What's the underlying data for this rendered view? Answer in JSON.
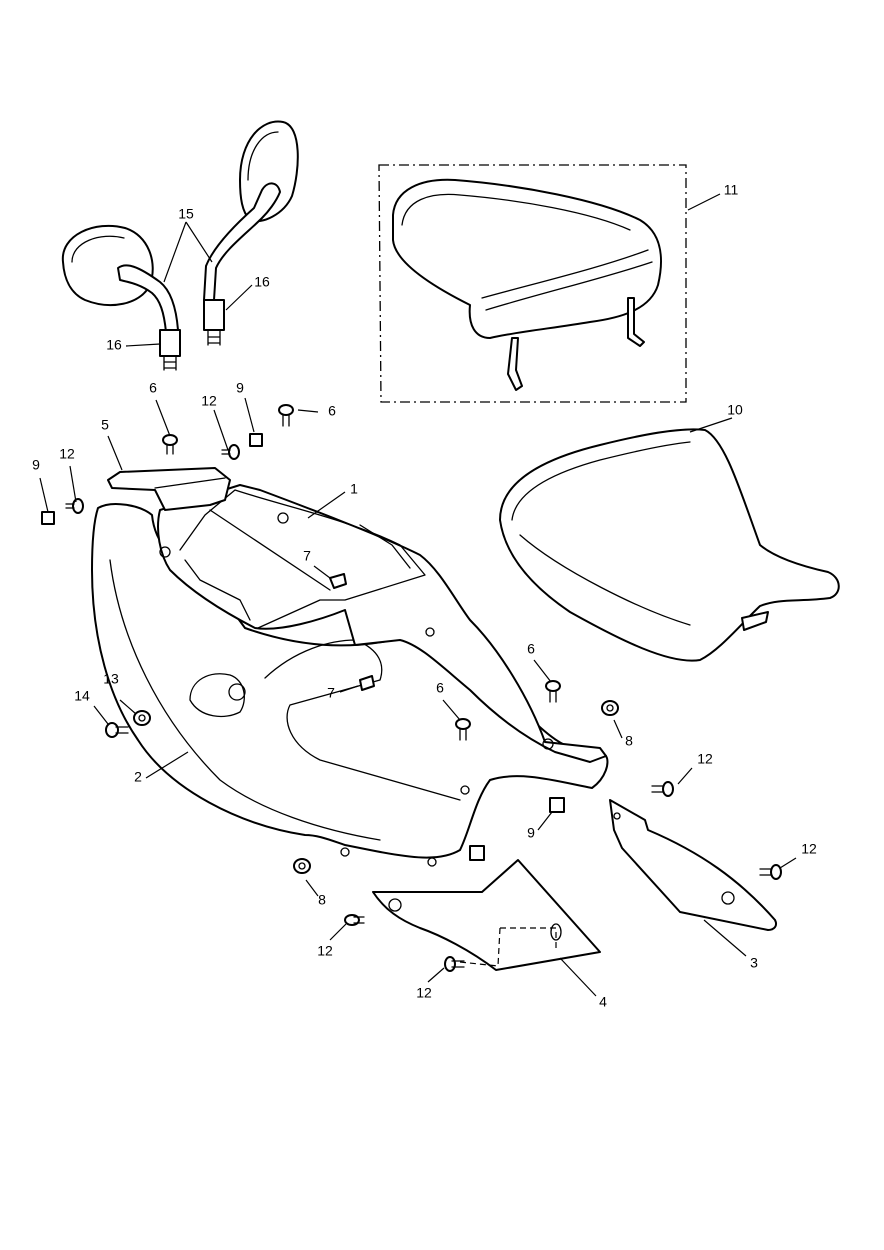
{
  "callouts": {
    "c1": "1",
    "c2": "2",
    "c3": "3",
    "c4": "4",
    "c5": "5",
    "c6a": "6",
    "c6b": "6",
    "c6c": "6",
    "c6d": "6",
    "c7a": "7",
    "c7b": "7",
    "c8a": "8",
    "c8b": "8",
    "c9a": "9",
    "c9b": "9",
    "c9c": "9",
    "c10": "10",
    "c11": "11",
    "c12a": "12",
    "c12b": "12",
    "c12c": "12",
    "c12d": "12",
    "c12e": "12",
    "c12f": "12",
    "c13": "13",
    "c14": "14",
    "c15": "15",
    "c16a": "16",
    "c16b": "16"
  }
}
